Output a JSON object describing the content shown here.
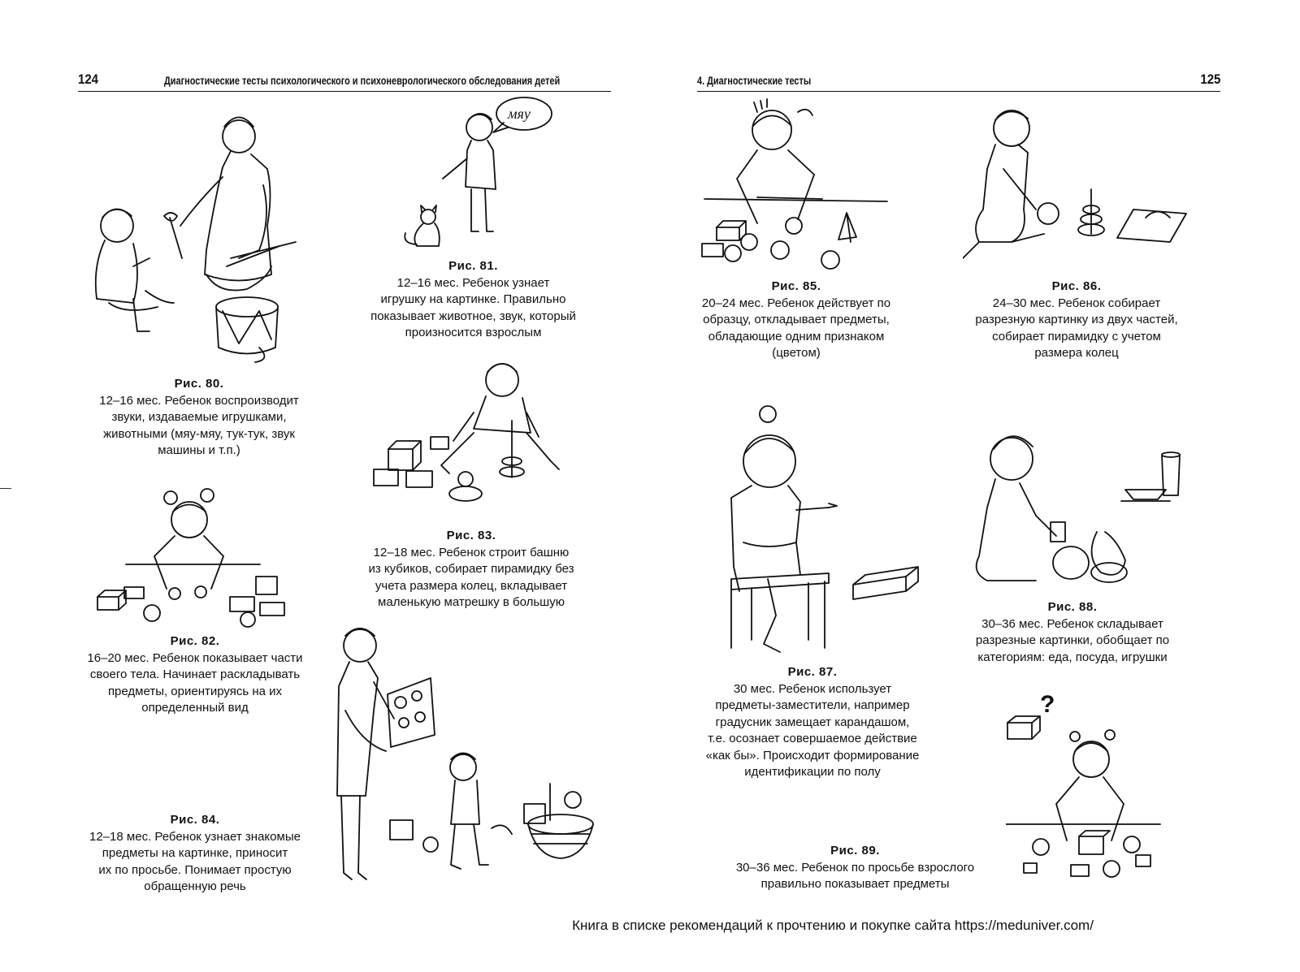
{
  "left_page": {
    "number": "124",
    "running_head": "Диагностические тесты психологического и психоневрологического обследования детей"
  },
  "right_page": {
    "number": "125",
    "running_head": "4. Диагностические тесты"
  },
  "figures": [
    {
      "label": "Рис. 80.",
      "lines": [
        "12–16 мес. Ребенок воспроизводит",
        "звуки, издаваемые игрушками,",
        "животными (мяу-мяу, тук-тук, звук",
        "машины и т.п.)"
      ]
    },
    {
      "label": "Рис. 81.",
      "lines": [
        "12–16 мес. Ребенок узнает",
        "игрушку на картинке. Правильно",
        "показывает животное, звук, который",
        "произносится взрослым"
      ],
      "speech_bubble": "мяу"
    },
    {
      "label": "Рис. 82.",
      "lines": [
        "16–20 мес. Ребенок показывает части",
        "своего тела. Начинает раскладывать",
        "предметы, ориентируясь на их",
        "определенный вид"
      ]
    },
    {
      "label": "Рис. 83.",
      "lines": [
        "12–18 мес. Ребенок строит башню",
        "из кубиков, собирает пирамидку без",
        "учета размера колец, вкладывает",
        "маленькую матрешку в большую"
      ]
    },
    {
      "label": "Рис. 84.",
      "lines": [
        "12–18 мес. Ребенок узнает знакомые",
        "предметы на картинке, приносит",
        "их по просьбе. Понимает простую",
        "обращенную речь"
      ]
    },
    {
      "label": "Рис. 85.",
      "lines": [
        "20–24 мес. Ребенок действует по",
        "образцу, откладывает предметы,",
        "обладающие одним признаком",
        "(цветом)"
      ]
    },
    {
      "label": "Рис. 86.",
      "lines": [
        "24–30 мес. Ребенок собирает",
        "разрезную картинку из двух частей,",
        "собирает пирамидку с учетом",
        "размера колец"
      ]
    },
    {
      "label": "Рис. 87.",
      "lines": [
        "30 мес. Ребенок использует",
        "предметы-заместители, например",
        "градусник замещает карандашом,",
        "т.е. осознает совершаемое действие",
        "«как бы». Происходит формирование",
        "идентификации по полу"
      ]
    },
    {
      "label": "Рис. 88.",
      "lines": [
        "30–36 мес. Ребенок складывает",
        "разрезные картинки, обобщает по",
        "категориям: еда, посуда, игрушки"
      ]
    },
    {
      "label": "Рис. 89.",
      "lines": [
        "30–36 мес. Ребенок по просьбе взрослого",
        "правильно показывает предметы"
      ],
      "question_mark": "?"
    }
  ],
  "footer": "Книга в списке рекомендаций к прочтению и покупке сайта https://meduniver.com/"
}
